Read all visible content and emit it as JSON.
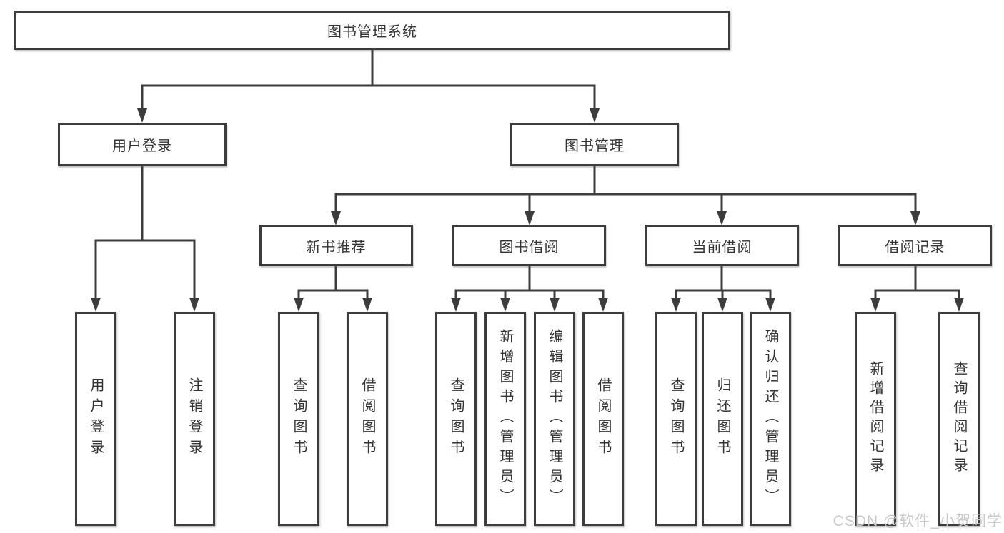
{
  "diagram": {
    "type": "function-structure-tree",
    "colors": {
      "line": "#3c3c3c",
      "border": "#3c3c3c",
      "text": "#333333",
      "background": "#ffffff",
      "watermark": "#c9c9c9"
    },
    "nodes": {
      "root": {
        "label": "图书管理系统"
      },
      "userLogin": {
        "label": "用户登录"
      },
      "bookMgmt": {
        "label": "图书管理"
      },
      "newRec": {
        "label": "新书推荐"
      },
      "bookBorrow": {
        "label": "图书借阅"
      },
      "currentBorrow": {
        "label": "当前借阅"
      },
      "borrowRecords": {
        "label": "借阅记录"
      },
      "leafLogin": {
        "label": "用户登录"
      },
      "leafLogout": {
        "label": "注销登录"
      },
      "recQuery": {
        "label": "查询图书"
      },
      "recBorrow": {
        "label": "借阅图书"
      },
      "bbQuery": {
        "label": "查询图书"
      },
      "bbAdd": {
        "label": "新增图书（管理员）"
      },
      "bbEdit": {
        "label": "编辑图书（管理员）"
      },
      "bbBorrow": {
        "label": "借阅图书"
      },
      "cbQuery": {
        "label": "查询图书"
      },
      "cbReturn": {
        "label": "归还图书"
      },
      "cbConfirm": {
        "label": "确认归还（管理员）"
      },
      "brAdd": {
        "label": "新增借阅记录"
      },
      "brQuery": {
        "label": "查询借阅记录"
      }
    },
    "watermark": {
      "label": "CSDN @软件_小贺同学"
    }
  }
}
